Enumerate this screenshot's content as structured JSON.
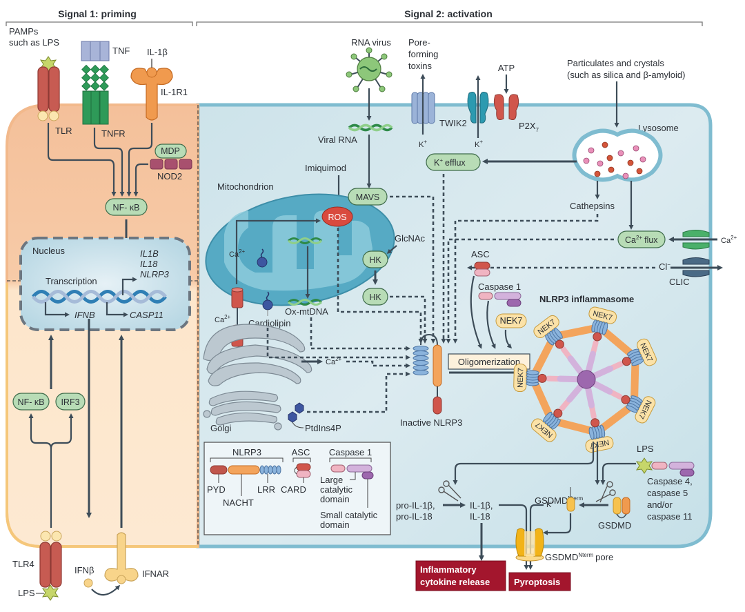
{
  "headers": {
    "signal1": "Signal 1: priming",
    "signal2": "Signal 2: activation"
  },
  "colors": {
    "priming_cell_top": "#f6c9a4",
    "priming_cell_bottom": "#fde8cf",
    "activation_cell": "#cfe5ec",
    "membrane": "#7fbcd0",
    "pill_green": "#b8dcb6",
    "outcome_red": "#a3162d",
    "arrow": "#3d4c58"
  },
  "priming": {
    "pamps": "PAMPs",
    "pamps2": "such as LPS",
    "tnf": "TNF",
    "il1b": "IL-1β",
    "il1r1": "IL-1R1",
    "tlr": "TLR",
    "tnfr": "TNFR",
    "mdp": "MDP",
    "nod2": "NOD2",
    "nfkb": "NF- κB",
    "nucleus": "Nucleus",
    "genes": [
      "IL1B",
      "IL18",
      "NLRP3"
    ],
    "transcription": "Transcription",
    "ifnb_gene": "IFNB",
    "casp11_gene": "CASP11",
    "nfkb2": "NF- κB",
    "irf3": "IRF3",
    "tlr4": "TLR4",
    "lps": "LPS",
    "ifnb": "IFNβ",
    "ifnar": "IFNAR"
  },
  "activation": {
    "rna_virus": "RNA virus",
    "pore_toxins": [
      "Pore-",
      "forming",
      "toxins"
    ],
    "atp": "ATP",
    "particulates": [
      "Particulates and crystals",
      "(such as silica and β-amyloid)"
    ],
    "twik2": "TWIK2",
    "p2x7": "P2X",
    "p2x7_sub": "7",
    "k_plus": "K",
    "lysosome": "Lysosome",
    "viral_rna": "Viral RNA",
    "k_efflux": "efflux",
    "imiquimod": "Imiquimod",
    "mitochondrion": "Mitochondrion",
    "mavs": "MAVS",
    "ros": "ROS",
    "glcnac": "GlcNAc",
    "hk": "HK",
    "ca": "Ca",
    "ca_sup": "2+",
    "cathepsins": "Cathepsins",
    "ca_flux": "flux",
    "cl": "Cl",
    "clic": "CLIC",
    "asc": "ASC",
    "caspase1": "Caspase 1",
    "nek7": "NEK7",
    "cardiolipin": "Cardiolipin",
    "ox_mtdna": "Ox-mtDNA",
    "golgi": "Golgi",
    "ptdins4p": "PtdIns4P",
    "oligomerization": "Oligomerization",
    "inactive_nlrp3": "Inactive NLRP3",
    "inflammasome": "NLRP3 inflammasome",
    "lps": "LPS",
    "caspase_noncanon": [
      "Caspase 4,",
      "caspase 5",
      "and/or",
      "caspase 11"
    ],
    "gsdmd_nterm": "GSDMD",
    "nterm_sup": "Nterm",
    "gsdmd": "GSDMD",
    "pro_il": [
      "pro-IL-1β,",
      "pro-IL-18"
    ],
    "il": [
      "IL-1β,",
      "IL-18"
    ],
    "pore_label": "pore",
    "outcome1": [
      "Inflammatory",
      "cytokine release"
    ],
    "outcome2": "Pyroptosis"
  },
  "legend": {
    "nlrp3": "NLRP3",
    "asc": "ASC",
    "caspase1": "Caspase 1",
    "pyd": "PYD",
    "nacht": "NACHT",
    "lrr": "LRR",
    "card": "CARD",
    "large": [
      "Large",
      "catalytic",
      "domain"
    ],
    "small": [
      "Small catalytic",
      "domain"
    ]
  }
}
